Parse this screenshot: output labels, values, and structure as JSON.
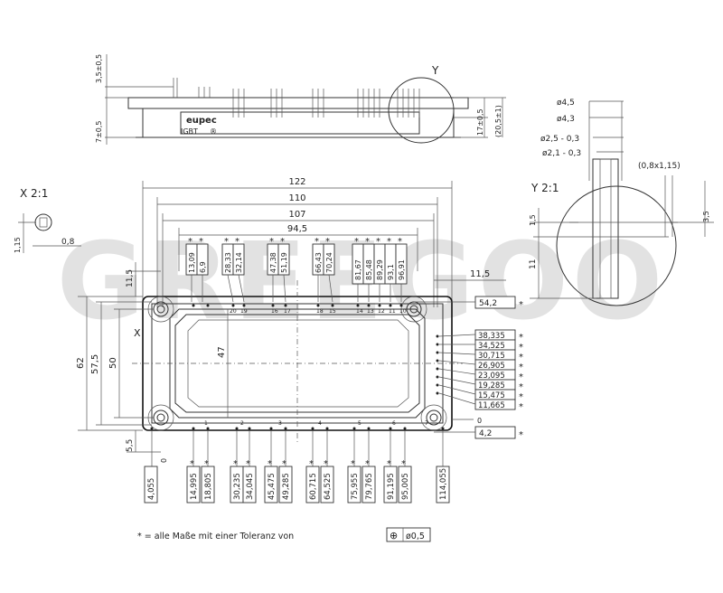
{
  "watermark": "GREEGOO",
  "colors": {
    "line": "#333333",
    "watermark": "#d9d9d9",
    "accent": "#e05555"
  },
  "top_view": {
    "dim_left_top": "3,5±0,5",
    "dim_left_mid": "7±0,5",
    "dim_right_a": "17±0,5",
    "dim_right_b": "(20,5±1)",
    "label_y": "Y",
    "brand": "eupec",
    "part": "IGBT",
    "mark": "®"
  },
  "detail_x": {
    "title": "X 2:1",
    "dim_h": "1,15",
    "dim_w": "0,8"
  },
  "detail_y": {
    "title": "Y 2:1",
    "dia1": "ø4,5",
    "dia2": "ø4,3",
    "dia3": "ø2,5 - 0,3",
    "dia4": "ø2,1 - 0,3",
    "pin": "(0,8x1,15)",
    "d15": "1,5",
    "d35": "3,5",
    "d11": "11"
  },
  "main": {
    "w122": "122",
    "w110": "110",
    "w107": "107",
    "w945": "94,5",
    "h115": "11,5",
    "w115": "11,5",
    "h62": "62",
    "h575": "57,5",
    "h50": "50",
    "h47": "47",
    "h55": "5,5",
    "zero_b": "0",
    "zero_r": "0",
    "label_x": "X",
    "top_vals": [
      "13,09",
      "6,9",
      "28,33",
      "32,14",
      "47,38",
      "51,19",
      "66,43",
      "70,24",
      "81,67",
      "85,48",
      "89,29",
      "93,1",
      "96,91"
    ],
    "top_pins": [
      "20",
      "19",
      "16",
      "17",
      "18",
      "15",
      "14",
      "13",
      "12",
      "11",
      "10"
    ],
    "right_vals": [
      "38,335",
      "34,525",
      "30,715",
      "26,905",
      "23,095",
      "19,285",
      "15,475",
      "11,665"
    ],
    "right_top": "54,2",
    "right_bottom": "4,2",
    "bottom_vals": [
      "4,055",
      "14,995",
      "18,805",
      "30,235",
      "34,045",
      "45,475",
      "49,285",
      "60,715",
      "64,525",
      "75,955",
      "79,765",
      "91,195",
      "95,005",
      "114,055"
    ],
    "bottom_pins": [
      "1",
      "2",
      "3",
      "4",
      "5",
      "6",
      "7"
    ],
    "star": "*"
  },
  "footer": {
    "note": "* = alle Maße mit einer Toleranz von",
    "tolerance": "ø0,5",
    "tol_symbol": "⊕"
  }
}
